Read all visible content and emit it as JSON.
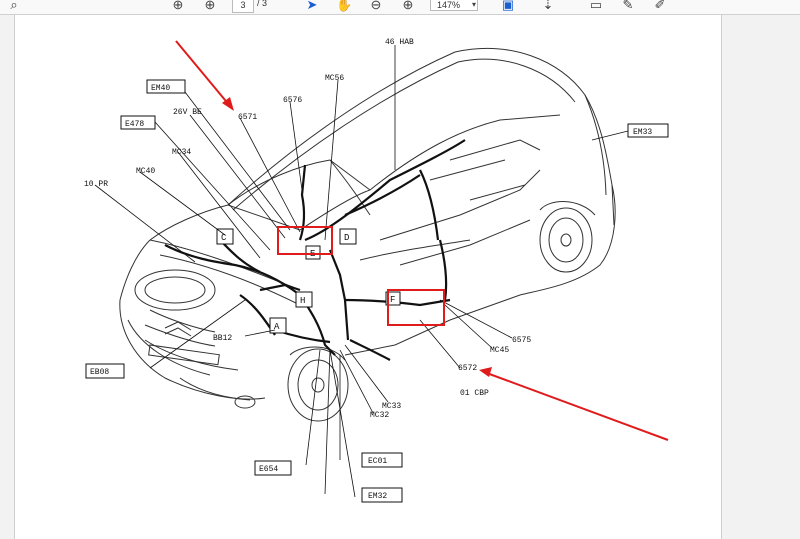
{
  "toolbar": {
    "page_current": "3",
    "page_total": "/ 3",
    "zoom": "147%",
    "icons": [
      "zoom-out-icon",
      "page-up-icon",
      "page-down-icon",
      "select-cursor-icon",
      "hand-icon",
      "zoom-minus-icon",
      "zoom-plus-icon",
      "zoom-dropdown-icon",
      "fit-page-icon",
      "scroll-icon",
      "comment-icon",
      "pen-icon",
      "draw-icon"
    ]
  },
  "labels": {
    "em40": "EM40",
    "n6571": "6571",
    "n26vbe": "26V BE",
    "e478": "E478",
    "mc34": "MC34",
    "mc40": "MC40",
    "n10pr": "10 PR",
    "n6576": "6576",
    "mc56": "MC56",
    "n46hab": "46 HAB",
    "em33": "EM33",
    "c": "C",
    "d": "D",
    "e": "E",
    "f": "F",
    "h": "H",
    "a": "A",
    "bb12": "BB12",
    "eb08": "EB08",
    "n6575": "6575",
    "mc45": "MC45",
    "n6572": "6572",
    "n01cbp": "01 CBP",
    "mc33": "MC33",
    "mc32": "MC32",
    "e654": "E654",
    "ec01": "EC01",
    "em32": "EM32"
  },
  "colors": {
    "highlight": "#e01b1b",
    "line": "#222222"
  }
}
